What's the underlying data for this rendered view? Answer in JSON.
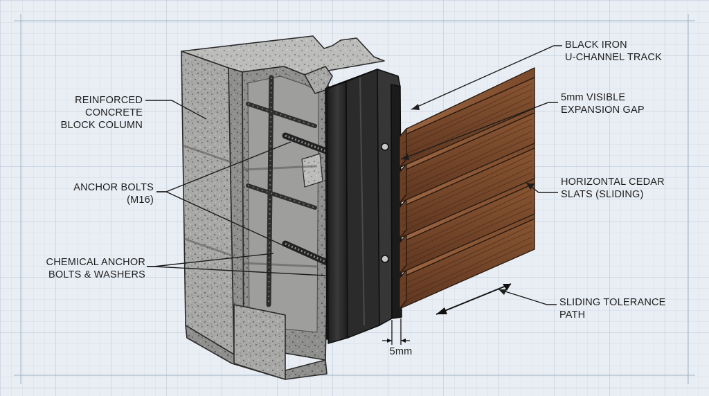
{
  "labels": {
    "column": [
      "REINFORCED",
      "CONCRETE",
      "BLOCK COLUMN"
    ],
    "anchor_bolts": [
      "ANCHOR BOLTS",
      "(M16)"
    ],
    "chemical_anchors": [
      "CHEMICAL ANCHOR",
      "BOLTS & WASHERS"
    ],
    "u_channel": [
      "BLACK IRON",
      "U-CHANNEL TRACK"
    ],
    "expansion_gap": [
      "5mm VISIBLE",
      "EXPANSION GAP"
    ],
    "cedar_slats": [
      "HORIZONTAL CEDAR",
      "SLATS (SLIDING)"
    ],
    "sliding_path": [
      "SLIDING TOLERANCE",
      "PATH"
    ],
    "gap_dimension": "5mm"
  },
  "colors": {
    "background": "#e9eef4",
    "grid_minor": "#c9d6e4",
    "grid_major": "#b3c4d6",
    "concrete": "#a9a9a7",
    "steel": "#262626",
    "cedar": "#7a4a2c",
    "ink": "#1d1d1d"
  }
}
